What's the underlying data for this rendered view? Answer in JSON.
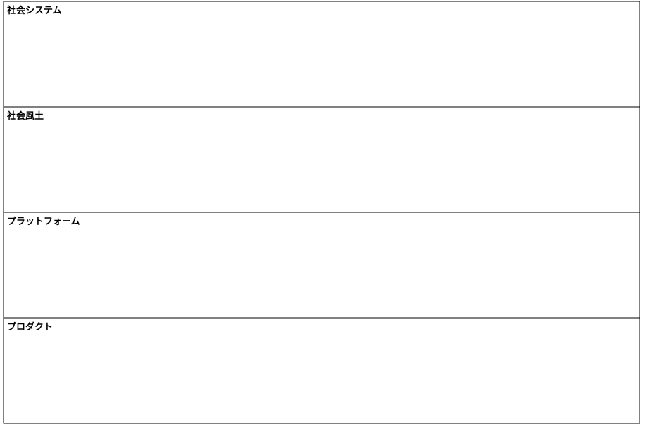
{
  "bands": {
    "social_system": "社会システム",
    "social_climate": "社会風土",
    "platform": "プラットフォーム",
    "product": "プロダクト"
  }
}
